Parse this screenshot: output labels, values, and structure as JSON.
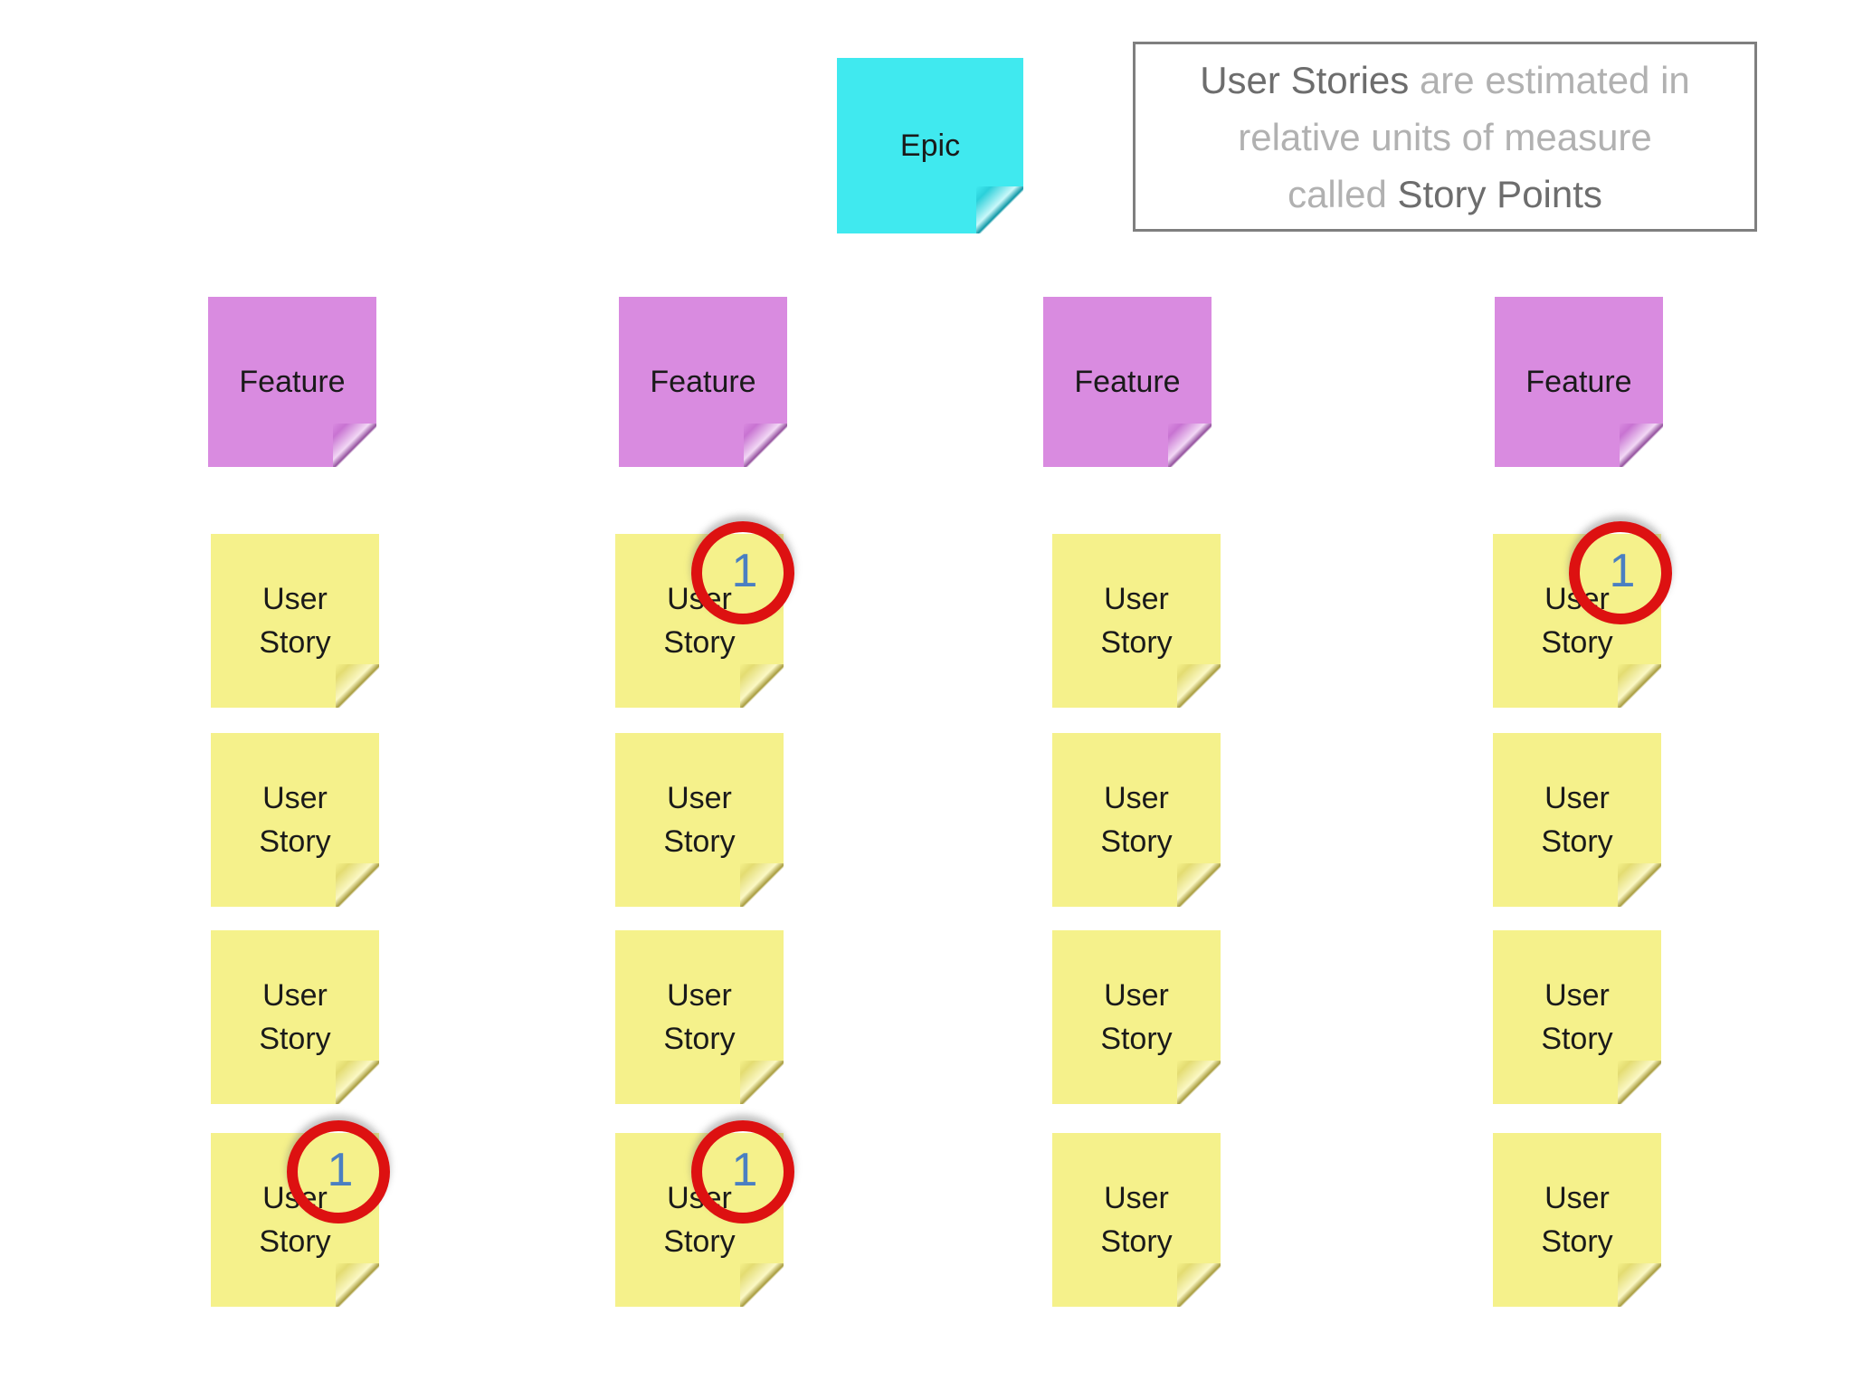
{
  "legend": {
    "lines": [
      {
        "parts": [
          {
            "text": "User Stories",
            "tone": "dark"
          },
          {
            "text": " are estimated in",
            "tone": "light"
          }
        ]
      },
      {
        "parts": [
          {
            "text": "relative units of measure",
            "tone": "light"
          }
        ]
      },
      {
        "parts": [
          {
            "text": "called ",
            "tone": "light"
          },
          {
            "text": "Story Points",
            "tone": "dark"
          }
        ]
      }
    ]
  },
  "epic": {
    "label": "Epic"
  },
  "board": {
    "feature_label": "Feature",
    "story_label": "User Story",
    "columns": [
      {
        "name": "column-1",
        "stories": [
          {
            "points": null
          },
          {
            "points": null
          },
          {
            "points": null
          },
          {
            "points": "1"
          }
        ]
      },
      {
        "name": "column-2",
        "stories": [
          {
            "points": "1"
          },
          {
            "points": null
          },
          {
            "points": null
          },
          {
            "points": "1"
          }
        ]
      },
      {
        "name": "column-3",
        "stories": [
          {
            "points": null
          },
          {
            "points": null
          },
          {
            "points": null
          },
          {
            "points": null
          }
        ]
      },
      {
        "name": "column-4",
        "stories": [
          {
            "points": "1"
          },
          {
            "points": null
          },
          {
            "points": null
          },
          {
            "points": null
          }
        ]
      }
    ]
  },
  "colors": {
    "story_note": "#f5f18b",
    "feature_note": "#d98be0",
    "epic_note": "#40e9ef",
    "note_text": "#1a1a1a",
    "estimate_ring": "#dd1111",
    "estimate_digit": "#4a7fc2",
    "legend_border": "#7f7f7f",
    "legend_dark_text": "#6d6d6d",
    "legend_light_text": "#b1b1b1"
  }
}
